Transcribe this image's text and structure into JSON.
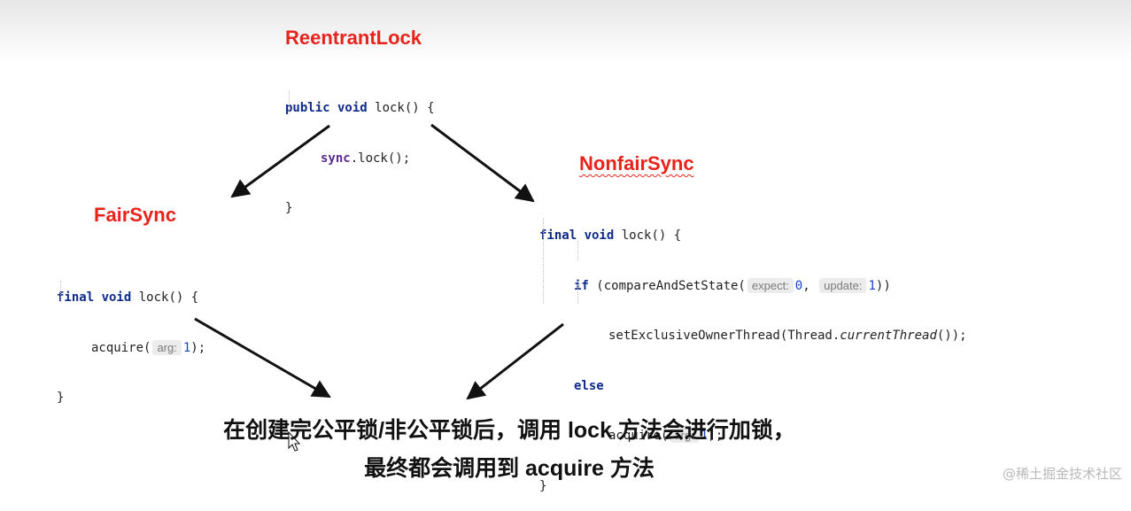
{
  "titles": {
    "reentrant": "ReentrantLock",
    "nonfair": "NonfairSync",
    "fair": "FairSync"
  },
  "code": {
    "reentrant": {
      "l1_kw": "public void",
      "l1_rest": " lock() {",
      "l2_field": "sync",
      "l2_rest": ".lock();",
      "l3": "}"
    },
    "nonfair": {
      "l1_kw": "final void",
      "l1_rest": " lock() {",
      "l2_kw": "if",
      "l2_a": " (compareAndSetState(",
      "l2_hint1": "expect:",
      "l2_v1": "0",
      "l2_b": ",",
      "l2_hint2": "update:",
      "l2_v2": "1",
      "l2_c": "))",
      "l3_a": "setExclusiveOwnerThread(Thread.",
      "l3_it": "currentThread",
      "l3_b": "());",
      "l4_kw": "else",
      "l5_a": "acquire(",
      "l5_hint": "arg:",
      "l5_v": "1",
      "l5_b": ");",
      "l6": "}"
    },
    "fair": {
      "l1_kw": "final void",
      "l1_rest": " lock() {",
      "l2_a": "acquire(",
      "l2_hint": "arg:",
      "l2_v": "1",
      "l2_b": ");",
      "l3": "}"
    }
  },
  "caption": {
    "line1": "在创建完公平锁/非公平锁后，调用 lock 方法会进行加锁，",
    "line2": "最终都会调用到 acquire 方法"
  },
  "watermark": "@稀土掘金技术社区",
  "colors": {
    "title_red": "#e8231c",
    "keyword": "#0e2b8a",
    "field": "#5b2a8e",
    "number": "#1842c4"
  }
}
